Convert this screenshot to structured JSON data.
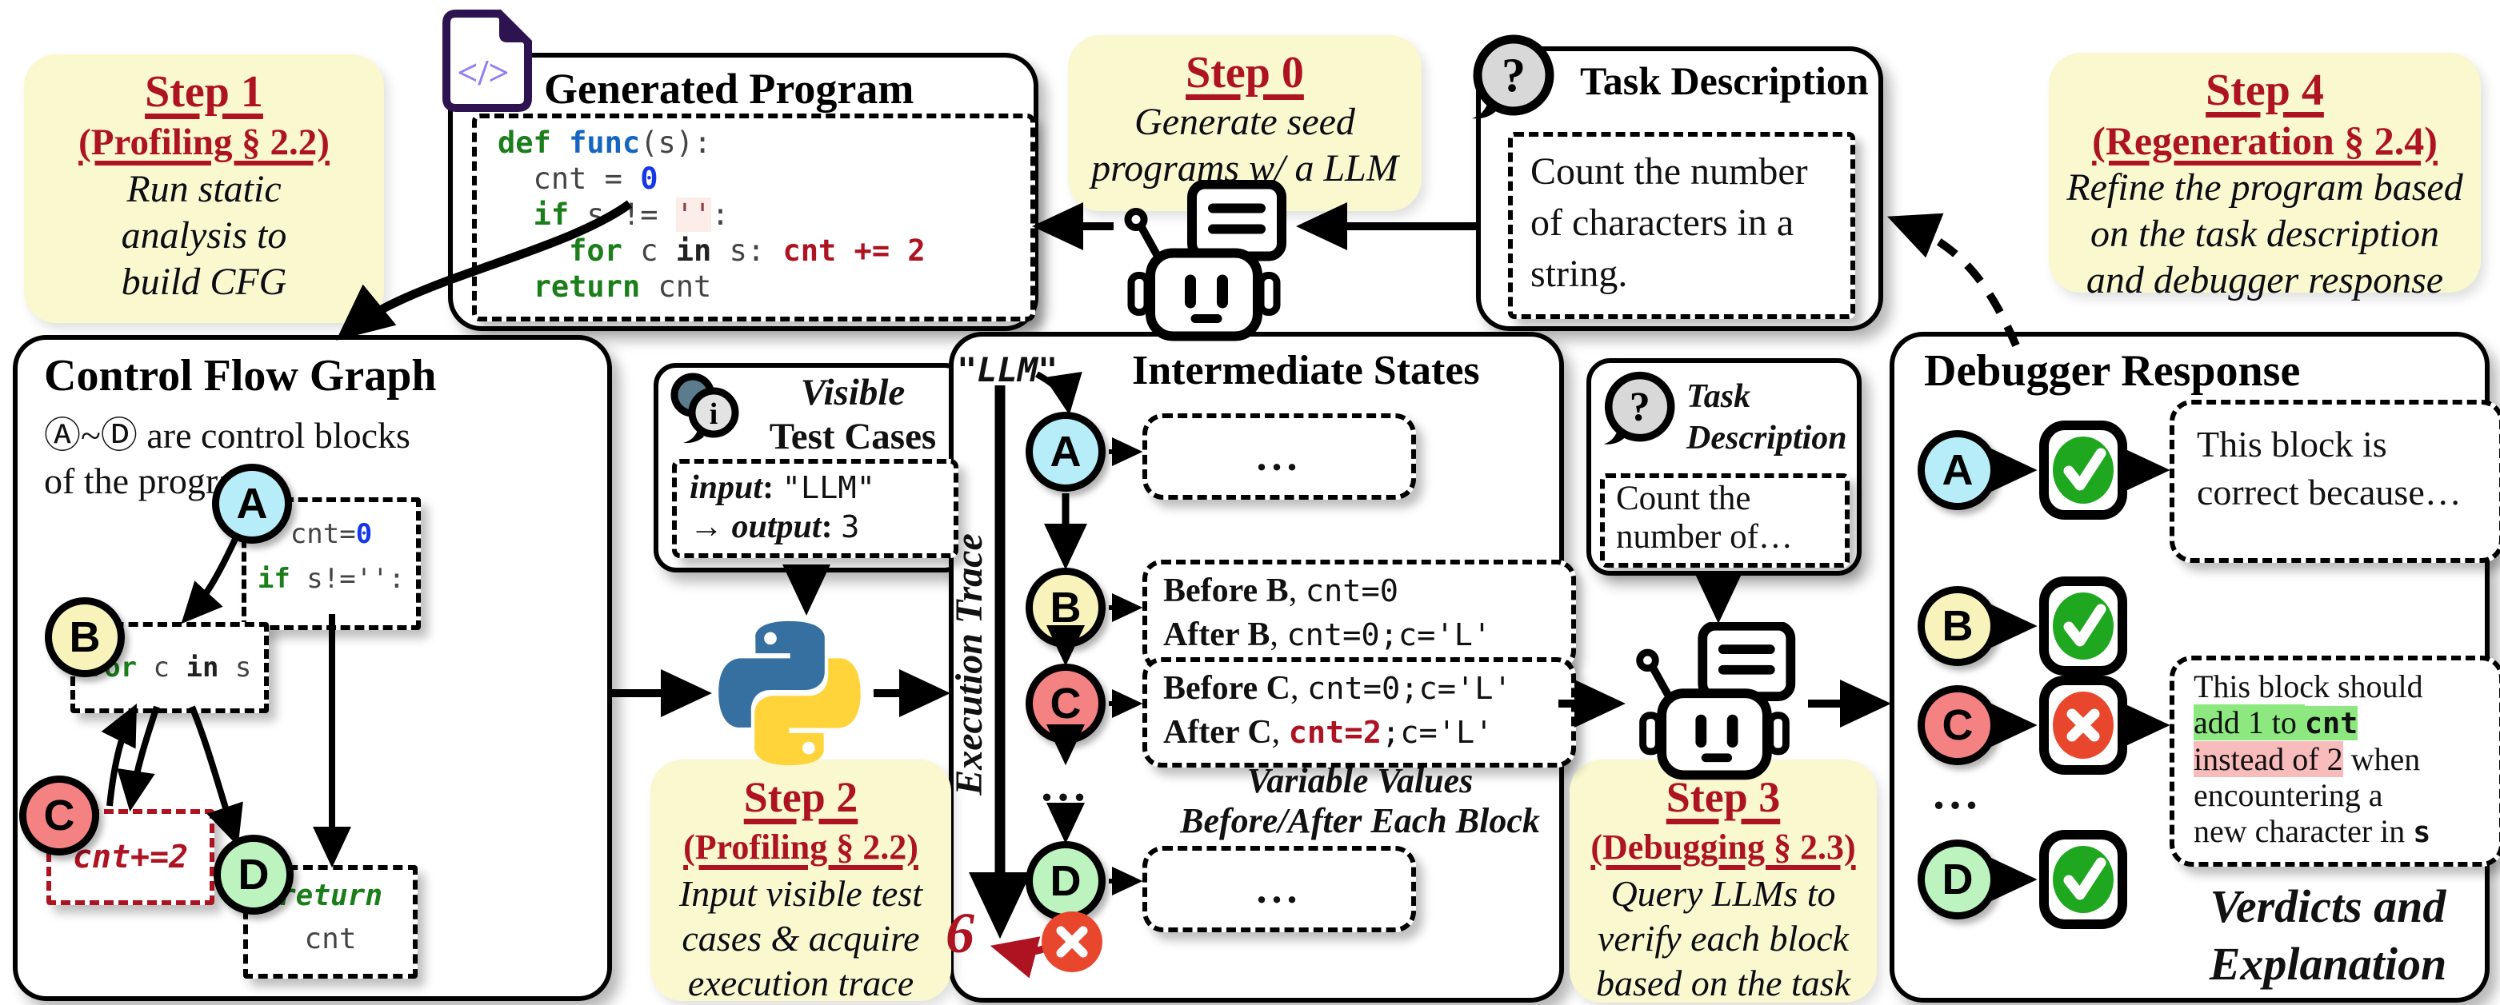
{
  "colors": {
    "note_bg": "#FAF8CE",
    "accent_red": "#AE1322",
    "node_a": "#B6EDF8",
    "node_b": "#F7F3BA",
    "node_c": "#F48282",
    "node_d": "#BDF3BE",
    "check_green": "#1FA71F",
    "cross_red": "#E8472E",
    "hl_green": "#8DE87F",
    "hl_pink": "#F9BCBC",
    "code_green": "#1B7E1B",
    "code_blue": "#1566C0",
    "python_blue": "#3670A0",
    "python_yellow": "#FFD43B",
    "file_icon_purple": "#8F7FF0",
    "file_icon_outline": "#2D1450"
  },
  "icons": {
    "code_file_glyph": "</>",
    "question_glyph": "?",
    "info_glyph": "i"
  },
  "blocks": {
    "a": "A",
    "b": "B",
    "c": "C",
    "d": "D"
  },
  "steps": {
    "step1": {
      "title": "Step 1",
      "subtitle": "(Profiling § 2.2)",
      "lines": [
        "Run static",
        "analysis to",
        "build CFG"
      ]
    },
    "step0": {
      "title": "Step 0",
      "lines": [
        "Generate seed",
        "programs  w/ a LLM"
      ]
    },
    "step2": {
      "title": "Step 2",
      "subtitle": "(Profiling § 2.2)",
      "lines": [
        "Input visible test",
        "cases & acquire",
        "execution trace"
      ]
    },
    "step3": {
      "title": "Step 3",
      "subtitle": "(Debugging § 2.3)",
      "lines": [
        "Query LLMs to",
        "verify each block",
        "based on the task"
      ]
    },
    "step4": {
      "title": "Step 4",
      "subtitle": "(Regeneration § 2.4)",
      "lines": [
        "Refine the program based",
        "on the task description",
        "and debugger response"
      ]
    }
  },
  "generated_program": {
    "title": "Generated Program",
    "code": [
      [
        {
          "t": "def ",
          "c": "kw"
        },
        {
          "t": "func",
          "c": "fn"
        },
        {
          "t": "(s):",
          "c": "pl"
        }
      ],
      [
        {
          "t": "  cnt = ",
          "c": "pl"
        },
        {
          "t": "0",
          "c": "num"
        }
      ],
      [
        {
          "t": "  ",
          "c": "pl"
        },
        {
          "t": "if",
          "c": "kw"
        },
        {
          "t": " s != ",
          "c": "pl"
        },
        {
          "t": "''",
          "c": "strhl"
        },
        {
          "t": ":",
          "c": "pl"
        }
      ],
      [
        {
          "t": "    ",
          "c": "pl"
        },
        {
          "t": "for",
          "c": "kw"
        },
        {
          "t": " c ",
          "c": "pl"
        },
        {
          "t": "in",
          "c": "op"
        },
        {
          "t": " s: ",
          "c": "pl"
        },
        {
          "t": "cnt += 2",
          "c": "red"
        }
      ],
      [
        {
          "t": "  ",
          "c": "pl"
        },
        {
          "t": "return",
          "c": "kw"
        },
        {
          "t": " cnt",
          "c": "pl"
        }
      ]
    ]
  },
  "task_description": {
    "title": "Task Description",
    "lines": [
      "Count the number",
      "of characters in a",
      "string."
    ]
  },
  "cfg": {
    "title": "Control Flow Graph",
    "subtitle": [
      [
        {
          "t": "Ⓐ",
          "c": "circ"
        },
        {
          "t": "~",
          "c": "ser"
        },
        {
          "t": "Ⓓ",
          "c": "circ"
        },
        {
          "t": " are control blocks",
          "c": "ser"
        }
      ],
      [
        {
          "t": "of the program",
          "c": "ser"
        }
      ]
    ],
    "block_a_code": [
      [
        {
          "t": "cnt=",
          "c": "pl"
        },
        {
          "t": "0",
          "c": "num"
        }
      ],
      [
        {
          "t": "if",
          "c": "kw"
        },
        {
          "t": " s!='':",
          "c": "pl"
        }
      ]
    ],
    "block_b_code": [
      [
        {
          "t": "for",
          "c": "kw"
        },
        {
          "t": " c ",
          "c": "pl"
        },
        {
          "t": "in",
          "c": "op"
        },
        {
          "t": " s",
          "c": "pl"
        }
      ]
    ],
    "block_c_code": [
      [
        {
          "t": "cnt+=2",
          "c": "redit"
        }
      ]
    ],
    "block_d_code": [
      [
        {
          "t": "return",
          "c": "kwit"
        }
      ],
      [
        {
          "t": "cnt",
          "c": "pl"
        }
      ]
    ]
  },
  "visible_test_cases": {
    "title_line1": "Visible",
    "title_line2": "Test Cases",
    "io": [
      [
        {
          "t": "input",
          "c": "bsi"
        },
        {
          "t": ": ",
          "c": "bser"
        },
        {
          "t": "\"LLM\"",
          "c": "mono"
        }
      ],
      [
        {
          "t": "→ ",
          "c": "ser"
        },
        {
          "t": "output",
          "c": "bsi"
        },
        {
          "t": ": ",
          "c": "bser"
        },
        {
          "t": "3",
          "c": "mono"
        }
      ]
    ]
  },
  "intermediate_states": {
    "title": "Intermediate States",
    "input_string": "\"LLM\"",
    "trace_label": "Execution Trace",
    "row_a_text": "...",
    "row_b": [
      [
        {
          "t": "Before B",
          "c": "bser"
        },
        {
          "t": ", ",
          "c": "ser"
        },
        {
          "t": "cnt=0",
          "c": "mono"
        }
      ],
      [
        {
          "t": "After B",
          "c": "bser"
        },
        {
          "t": ", ",
          "c": "ser"
        },
        {
          "t": "cnt=0;c='L'",
          "c": "mono"
        }
      ]
    ],
    "row_c": [
      [
        {
          "t": "Before C",
          "c": "bser"
        },
        {
          "t": ", ",
          "c": "ser"
        },
        {
          "t": "cnt=0;c='L'",
          "c": "mono"
        }
      ],
      [
        {
          "t": "After C",
          "c": "bser"
        },
        {
          "t": ", ",
          "c": "ser"
        },
        {
          "t": "cnt=2",
          "c": "monored"
        },
        {
          "t": ";c='L'",
          "c": "mono"
        }
      ]
    ],
    "row_d_text": "...",
    "ellipsis": "...",
    "caption": [
      "Variable Values",
      "Before/After Each Block"
    ],
    "final_value": "6"
  },
  "mini_task": {
    "title_line1": "Task",
    "title_line2": "Description",
    "lines": [
      "Count the",
      "number of…"
    ]
  },
  "debugger_response": {
    "title": "Debugger Response",
    "row_a_text": [
      "This block is",
      "correct because…"
    ],
    "row_c_text": [
      [
        {
          "t": "This block should",
          "c": "ser"
        }
      ],
      [
        {
          "t": "add 1 to ",
          "c": "hlg"
        },
        {
          "t": "cnt",
          "c": "hlgm"
        }
      ],
      [
        {
          "t": "instead of 2",
          "c": "hlp"
        },
        {
          "t": " when",
          "c": "ser"
        }
      ],
      [
        {
          "t": "encountering a",
          "c": "ser"
        }
      ],
      [
        {
          "t": "new character in ",
          "c": "ser"
        },
        {
          "t": "s",
          "c": "monob"
        }
      ]
    ],
    "ellipsis": "...",
    "caption": [
      "Verdicts and",
      "Explanation"
    ]
  }
}
